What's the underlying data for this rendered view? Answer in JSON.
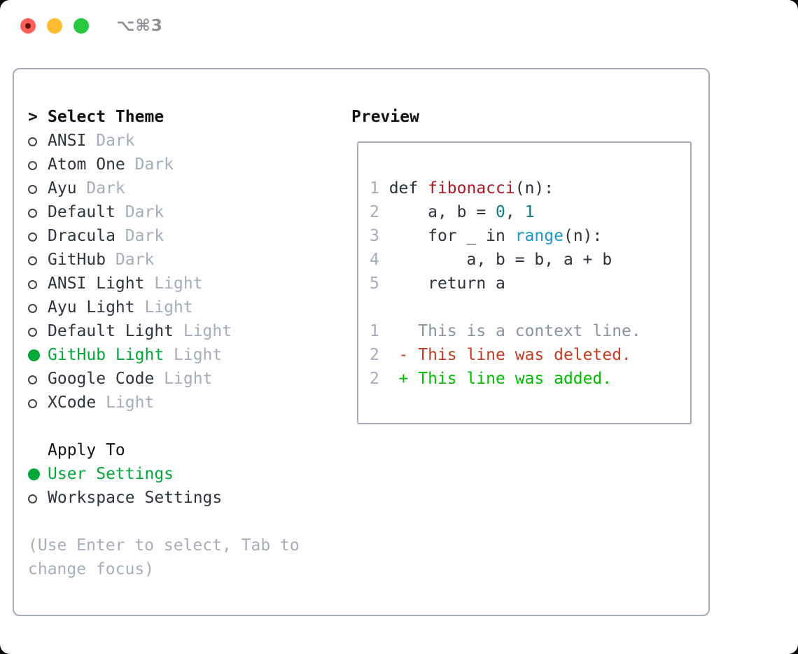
{
  "window": {
    "title": "⌥⌘3"
  },
  "titlebar": {
    "buttons": [
      "close",
      "minimize",
      "zoom"
    ]
  },
  "theme_list": {
    "marker": ">",
    "header": "Select Theme",
    "items": [
      {
        "name": "ANSI",
        "variant": "Dark",
        "selected": false
      },
      {
        "name": "Atom One",
        "variant": "Dark",
        "selected": false
      },
      {
        "name": "Ayu",
        "variant": "Dark",
        "selected": false
      },
      {
        "name": "Default",
        "variant": "Dark",
        "selected": false
      },
      {
        "name": "Dracula",
        "variant": "Dark",
        "selected": false
      },
      {
        "name": "GitHub",
        "variant": "Dark",
        "selected": false
      },
      {
        "name": "ANSI Light",
        "variant": "Light",
        "selected": false
      },
      {
        "name": "Ayu Light",
        "variant": "Light",
        "selected": false
      },
      {
        "name": "Default Light",
        "variant": "Light",
        "selected": false
      },
      {
        "name": "GitHub Light",
        "variant": "Light",
        "selected": true
      },
      {
        "name": "Google Code",
        "variant": "Light",
        "selected": false
      },
      {
        "name": "XCode",
        "variant": "Light",
        "selected": false
      }
    ]
  },
  "apply_to": {
    "header": "Apply To",
    "options": [
      {
        "label": "User Settings",
        "selected": true
      },
      {
        "label": "Workspace Settings",
        "selected": false
      }
    ]
  },
  "hint": "(Use Enter to select, Tab to change focus)",
  "preview": {
    "header": "Preview",
    "code_lines": [
      {
        "segments": [
          {
            "c": "num",
            "t": "1 "
          },
          {
            "c": "code",
            "t": "def "
          },
          {
            "c": "fn",
            "t": "fibonacci"
          },
          {
            "c": "code",
            "t": "(n):"
          }
        ]
      },
      {
        "segments": [
          {
            "c": "num",
            "t": "2 "
          },
          {
            "c": "code",
            "t": "    a, b = "
          },
          {
            "c": "numlit",
            "t": "0"
          },
          {
            "c": "code",
            "t": ", "
          },
          {
            "c": "numlit",
            "t": "1"
          }
        ]
      },
      {
        "segments": [
          {
            "c": "num",
            "t": "3 "
          },
          {
            "c": "code",
            "t": "    for _ in "
          },
          {
            "c": "builtin",
            "t": "range"
          },
          {
            "c": "code",
            "t": "(n):"
          }
        ]
      },
      {
        "segments": [
          {
            "c": "num",
            "t": "4 "
          },
          {
            "c": "code",
            "t": "        a, b = b, a + b"
          }
        ]
      },
      {
        "segments": [
          {
            "c": "num",
            "t": "5 "
          },
          {
            "c": "code",
            "t": "    return a"
          }
        ]
      },
      {
        "segments": []
      },
      {
        "segments": [
          {
            "c": "num",
            "t": "1"
          },
          {
            "c": "ctx",
            "t": "    This is a context line."
          }
        ]
      },
      {
        "segments": [
          {
            "c": "num",
            "t": "2"
          },
          {
            "c": "del",
            "t": "  - This line was deleted."
          }
        ]
      },
      {
        "segments": [
          {
            "c": "num",
            "t": "2"
          },
          {
            "c": "add",
            "t": "  + This line was added."
          }
        ]
      }
    ]
  },
  "colors": {
    "selected_green": "#00a838",
    "diff_added_green": "#00bd00",
    "diff_deleted_red": "#c53b22",
    "function_red": "#b01822",
    "number_teal": "#0e7c86",
    "builtin_blue": "#1e96c8",
    "code_text": "#2d333b",
    "muted_gray": "#a5adba",
    "context_gray": "#8b939e",
    "border_gray": "#a4acb9",
    "traffic_red": "#ff5f57",
    "traffic_yellow": "#febc2e",
    "traffic_green": "#28c840"
  }
}
